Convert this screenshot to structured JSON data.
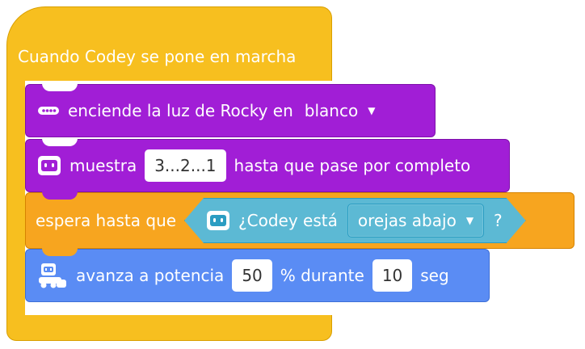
{
  "hat": {
    "label": "Cuando Codey se pone en marcha"
  },
  "block_light": {
    "label": "enciende la luz de Rocky en",
    "color_value": "blanco"
  },
  "block_show": {
    "label_before": "muestra",
    "value": "3...2...1",
    "label_after": "hasta que pase por completo"
  },
  "block_wait": {
    "label": "espera hasta que",
    "condition": {
      "label": "¿Codey está",
      "value": "orejas abajo",
      "suffix": "?"
    }
  },
  "block_move": {
    "label_before": "avanza a potencia",
    "power": "50",
    "label_mid": "% durante",
    "duration": "10",
    "label_after": "seg"
  },
  "colors": {
    "events": "#f7bf1f",
    "looks": "#a11ed6",
    "control": "#f7a51f",
    "motion": "#5a8cf4",
    "sensing": "#5cb9d4"
  },
  "icons": {
    "light": "rocky-light-icon",
    "show": "codey-face-icon",
    "sensing": "codey-face-icon",
    "move": "rocky-car-icon",
    "dropdown": "caret-down-icon"
  }
}
